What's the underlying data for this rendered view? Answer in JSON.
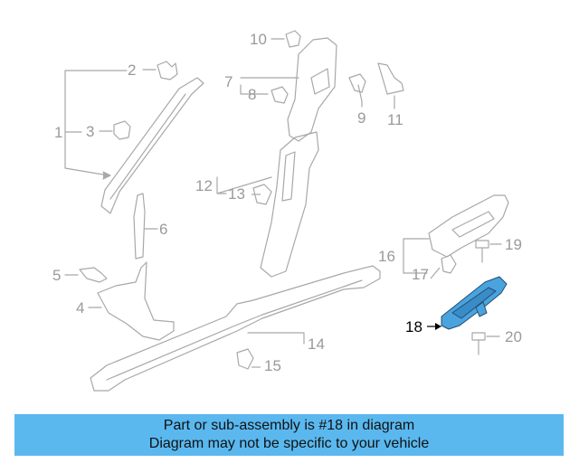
{
  "diagram": {
    "callouts": [
      "1",
      "2",
      "3",
      "4",
      "5",
      "6",
      "7",
      "8",
      "9",
      "10",
      "11",
      "12",
      "13",
      "14",
      "15",
      "16",
      "17",
      "18",
      "19",
      "20"
    ],
    "highlighted_part": "18",
    "colors": {
      "line": "#a8a8a8",
      "highlight": "#4ba3dd",
      "highlight_edge": "#1f4f74",
      "banner": "#5ab8ef"
    }
  },
  "banner": {
    "line1": "Part or sub-assembly is #18 in diagram",
    "line2": "Diagram may not be specific to your vehicle"
  }
}
